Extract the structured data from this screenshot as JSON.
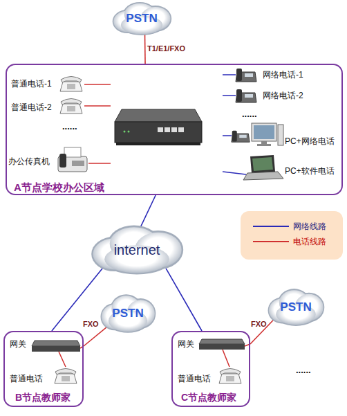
{
  "diagram": {
    "nodes": [
      {
        "text": [
          "PSTN"
        ]
      },
      {
        "text": [
          "A节点学校办公区域"
        ]
      },
      {
        "text": [
          "internet"
        ]
      },
      {
        "text": [
          "PSTN"
        ]
      },
      {
        "text": [
          "B节点教师家"
        ]
      },
      {
        "text": [
          "PSTN"
        ]
      },
      {
        "text": [
          "C节点教师家"
        ]
      }
    ],
    "edges": [
      {
        "from": 0,
        "to": 1,
        "arrow": "none",
        "label": "T1/E1/FXO"
      },
      {
        "from": 1,
        "to": 2,
        "arrow": "none"
      },
      {
        "from": 2,
        "to": 4,
        "arrow": "none"
      },
      {
        "from": 2,
        "to": 6,
        "arrow": "none"
      },
      {
        "from": 4,
        "to": 3,
        "arrow": "none",
        "label": "FXO"
      },
      {
        "from": 6,
        "to": 5,
        "arrow": "none",
        "label": "FXO"
      }
    ],
    "labels": [
      "普通电话-1",
      "普通电话-2",
      "......",
      "办公传真机",
      "网络电话-1",
      "网络电话-2",
      "......",
      "PC+网络电话",
      "PC+软件电话",
      "网关",
      "普通电话",
      "网关",
      "普通电话",
      "......"
    ],
    "legend": [
      {
        "text": "网络线路"
      },
      {
        "text": "电话线路"
      }
    ]
  }
}
